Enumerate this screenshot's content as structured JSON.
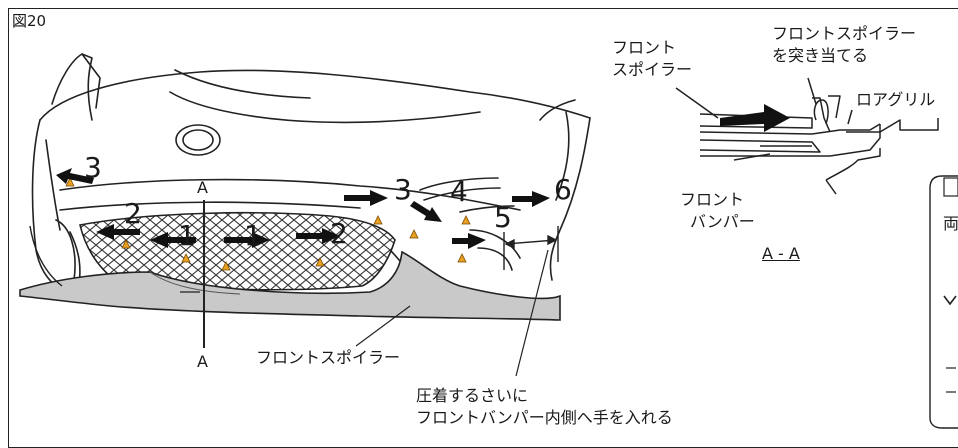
{
  "figure_label": "図20",
  "main_view": {
    "section_marks": [
      "A",
      "A"
    ],
    "step_numbers": [
      "1",
      "1",
      "2",
      "2",
      "3",
      "3",
      "4",
      "5",
      "6"
    ],
    "callouts": {
      "front_spoiler": "フロントスポイラー",
      "crimp_note_line1": "圧着するさいに",
      "crimp_note_line2": "フロントバンパー内側へ手を入れる"
    }
  },
  "section_view": {
    "spoiler_line1": "フロント",
    "spoiler_line2": "スポイラー",
    "butt_line1": "フロントスポイラー",
    "butt_line2": "を突き当てる",
    "lower_grille": "ロアグリル",
    "bumper_line1": "フロント",
    "bumper_line2": "バンパー",
    "caption": "A - A"
  },
  "side_panel": {
    "partial_char": "両"
  }
}
